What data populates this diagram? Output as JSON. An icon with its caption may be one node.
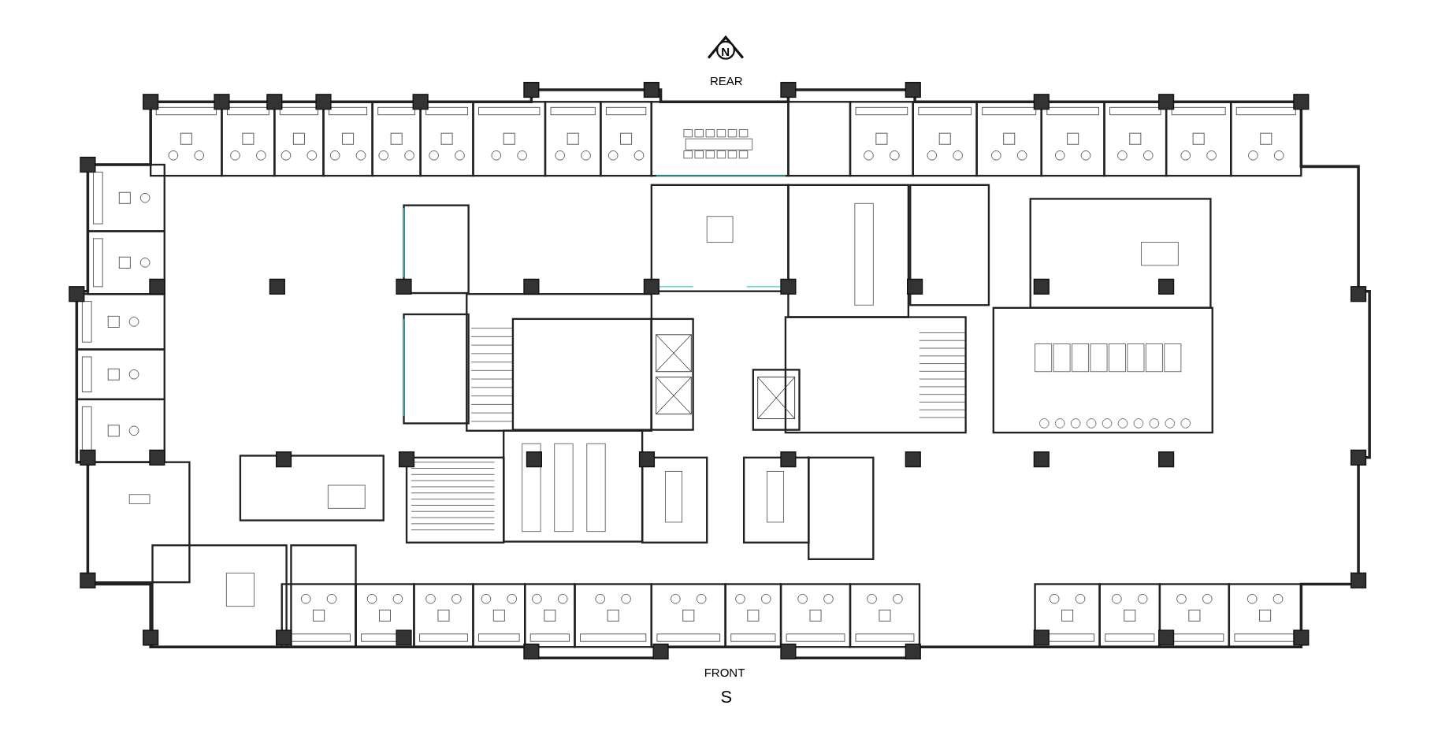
{
  "diagram": {
    "labels": [
      "N",
      "REAR",
      "FRONT",
      "S"
    ]
  }
}
